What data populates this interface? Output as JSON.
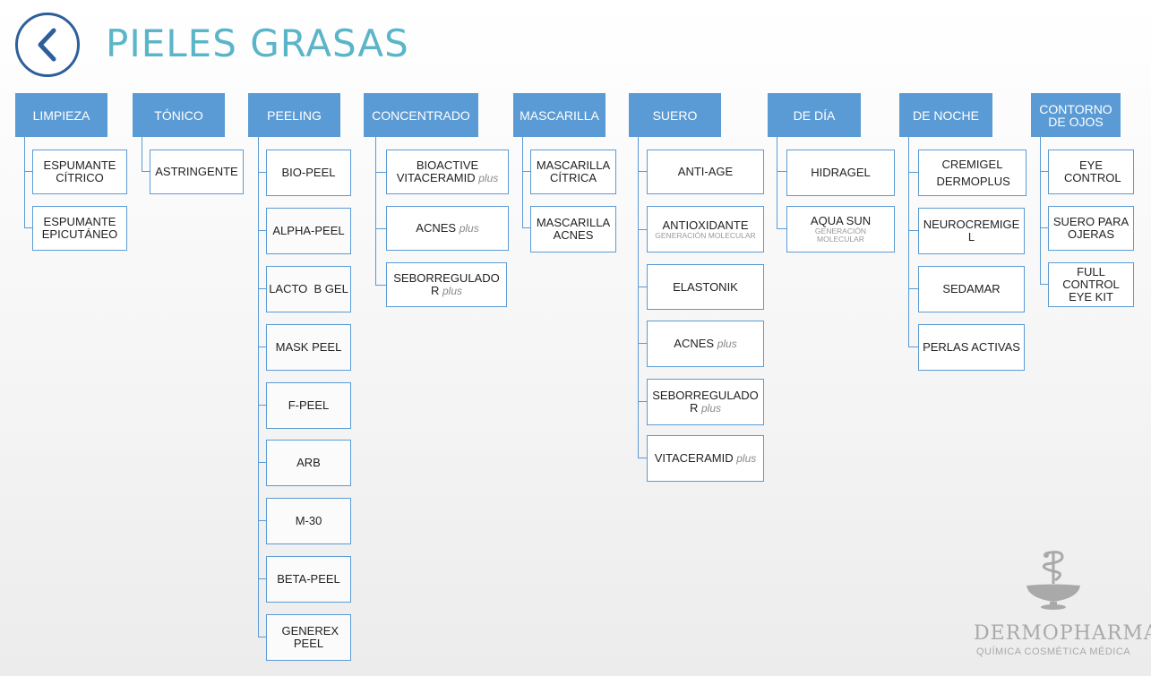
{
  "header": {
    "title": "PIELES GRASAS"
  },
  "categories": [
    {
      "label": "LIMPIEZA"
    },
    {
      "label": "TÓNICO"
    },
    {
      "label": "PEELING"
    },
    {
      "label": "CONCENTRADO"
    },
    {
      "label": "MASCARILLA"
    },
    {
      "label": "SUERO"
    },
    {
      "label": "DE DÍA"
    },
    {
      "label": "DE NOCHE"
    },
    {
      "label": "CONTORNO DE OJOS"
    }
  ],
  "products": {
    "limpieza": [
      {
        "name": "ESPUMANTE CÍTRICO"
      },
      {
        "name": "ESPUMANTE EPICUTÁNEO"
      }
    ],
    "tonico": [
      {
        "name": "ASTRINGENTE"
      }
    ],
    "peeling": [
      {
        "name": "BIO-PEEL"
      },
      {
        "name": "ALPHA-PEEL"
      },
      {
        "name": "LACTO  B GEL"
      },
      {
        "name": "MASK PEEL"
      },
      {
        "name": "F-PEEL"
      },
      {
        "name": "ARB"
      },
      {
        "name": "M-30"
      },
      {
        "name": "BETA-PEEL"
      },
      {
        "name": "GENEREX PEEL"
      }
    ],
    "concentrado": [
      {
        "name": "BIOACTIVE VITACERAMID",
        "suffix": "plus"
      },
      {
        "name": "ACNES",
        "suffix": "plus"
      },
      {
        "name": "SEBORREGULADOR",
        "suffix": "plus"
      }
    ],
    "mascarilla": [
      {
        "name": "MASCARILLA CÍTRICA"
      },
      {
        "name": "MASCARILLA ACNES"
      }
    ],
    "suero": [
      {
        "name": "ANTI-AGE"
      },
      {
        "name": "ANTIOXIDANTE",
        "sub": "GENERACIÓN MOLECULAR"
      },
      {
        "name": "ELASTONIK"
      },
      {
        "name": "ACNES",
        "suffix": "plus"
      },
      {
        "name": "SEBORREGULADOR",
        "suffix": "plus"
      },
      {
        "name": "VITACERAMID",
        "suffix": "plus"
      }
    ],
    "dia": [
      {
        "name": "HIDRAGEL"
      },
      {
        "name": "AQUA SUN",
        "sub": "GENERACIÓN MOLECULAR"
      }
    ],
    "noche": [
      {
        "name": "CREMIGEL DERMOPLUS"
      },
      {
        "name": "NEUROCREMIGEL"
      },
      {
        "name": "SEDAMAR"
      },
      {
        "name": "PERLAS ACTIVAS"
      }
    ],
    "ojos": [
      {
        "name": "EYE CONTROL"
      },
      {
        "name": "SUERO PARA OJERAS"
      },
      {
        "name": "FULL CONTROL EYE KIT"
      }
    ]
  },
  "brand": {
    "name": "DERMOPHARMA",
    "registered": "®",
    "tagline": "QUÍMICA COSMÉTICA MÉDICA"
  },
  "colors": {
    "accent": "#5b9bd5",
    "title": "#5bb5c8",
    "back_button": "#2e5f9a",
    "logo": "#a9a9a9"
  },
  "icons": {
    "back": "chevron-left-icon",
    "logo": "caduceus-bowl-icon"
  }
}
